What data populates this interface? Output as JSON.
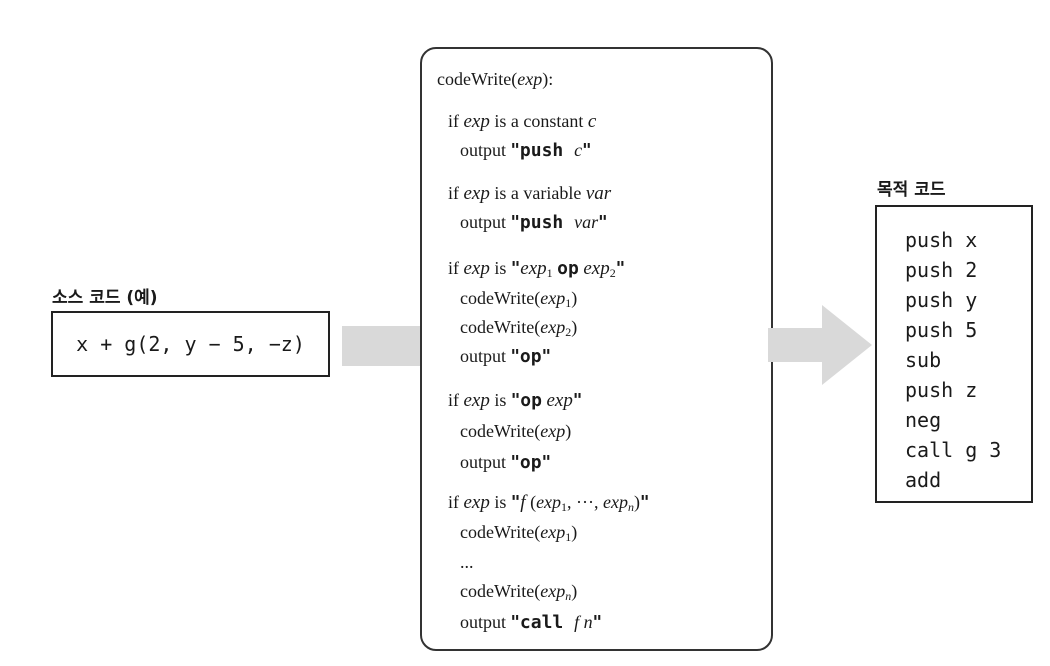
{
  "source": {
    "label": "소스 코드 (예)",
    "code": "x + g(2, y − 5, −z)"
  },
  "target": {
    "label": "목적 코드",
    "lines": [
      "push x",
      "push 2",
      "push y",
      "push 5",
      "sub",
      "push z",
      "neg",
      "call g 3",
      "add"
    ]
  },
  "algorithm": {
    "header_fn": "codeWrite",
    "header_arg": "exp",
    "cases": [
      {
        "condition": "if exp is a constant c",
        "actions": [
          "output \"push c\""
        ]
      },
      {
        "condition": "if exp is a variable var",
        "actions": [
          "output \"push var\""
        ]
      },
      {
        "condition": "if exp is \"exp1 op exp2\"",
        "actions": [
          "codeWrite(exp1)",
          "codeWrite(exp2)",
          "output \"op\""
        ]
      },
      {
        "condition": "if exp is \"op exp\"",
        "actions": [
          "codeWrite(exp)",
          "output \"op\""
        ]
      },
      {
        "condition": "if exp is \"f (exp1, ···, expn)\"",
        "actions": [
          "codeWrite(exp1)",
          "...",
          "codeWrite(expn)",
          "output \"call f n\""
        ]
      }
    ]
  },
  "colors": {
    "arrow": "#d9d9d9",
    "border": "#222222"
  }
}
